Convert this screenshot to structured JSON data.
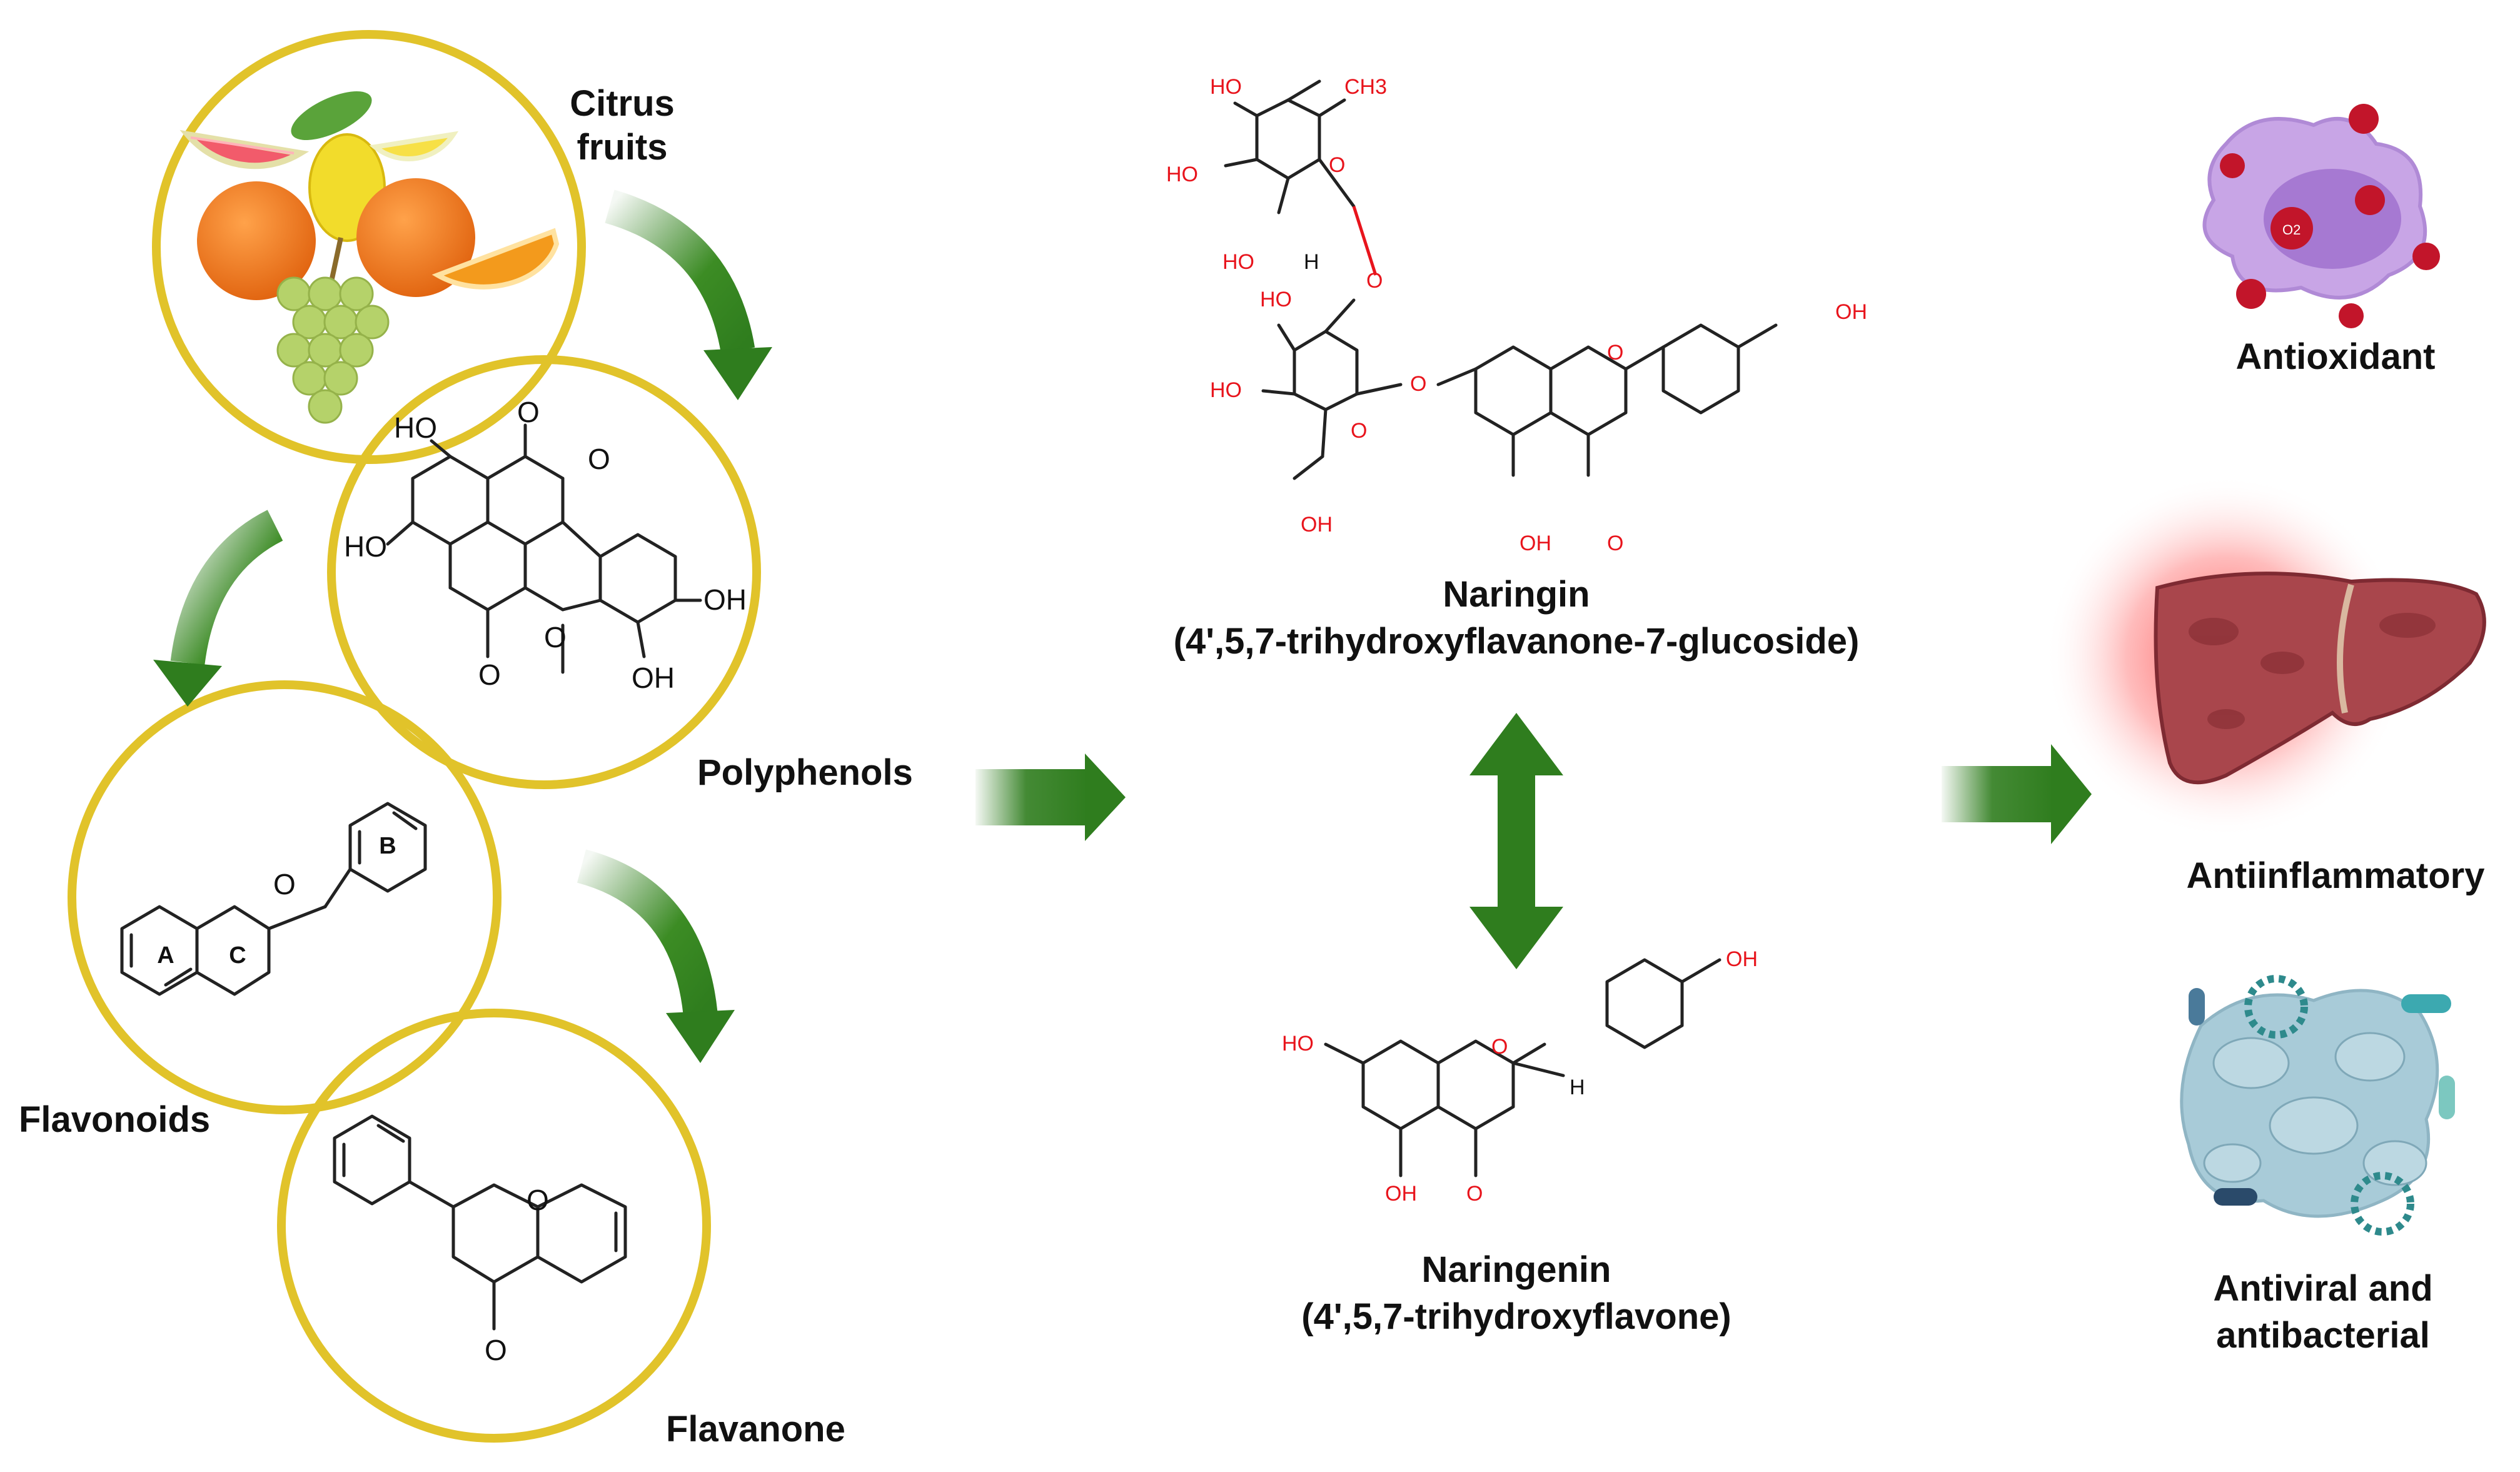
{
  "colors": {
    "circle": "#e1c32a",
    "arrow": "#2f7d1e",
    "oxygen_text": "#e8141c",
    "label_text": "#111111"
  },
  "left": {
    "citrus_label_line1": "Citrus",
    "citrus_label_line2": "fruits",
    "polyphenols_label": "Polyphenols",
    "flavonoids_label": "Flavonoids",
    "flavanone_label": "Flavanone",
    "ellagic": {
      "oh_tl": "HO",
      "oh_l": "HO",
      "oh_r": "OH",
      "oh_br": "OH",
      "o_top": "O",
      "o_bot": "O",
      "o_carb_top": "O",
      "o_carb_bot": "O"
    },
    "flavonoid_skeleton": {
      "ring_a": "A",
      "ring_b": "B",
      "ring_c": "C",
      "o": "O"
    },
    "flavanone_skeleton": {
      "o_ring": "O",
      "o_carbonyl": "O"
    }
  },
  "center": {
    "naringin_name": "Naringin",
    "naringin_desc": "(4',5,7-trihydroxyflavanone-7-glucoside)",
    "naringenin_name": "Naringenin",
    "naringenin_desc": "(4',5,7-trihydroxyflavone)",
    "naringin_atoms": {
      "ch3": "CH3",
      "ho1": "HO",
      "hoh": "HO",
      "ho2": "HO",
      "o_rham": "O",
      "h": "H",
      "ho3": "HO",
      "ho4": "HO",
      "o_glu": "O",
      "o_link": "O",
      "o_ring": "O",
      "oh_b": "OH",
      "oh_5": "OH",
      "o_carb": "O",
      "oh_ch2": "OH",
      "o_gly": "O"
    },
    "naringenin_atoms": {
      "ho7": "HO",
      "o_ring": "O",
      "oh_b": "OH",
      "h": "H",
      "oh_5": "OH",
      "o_carb": "O"
    }
  },
  "right": {
    "antioxidant_label": "Antioxidant",
    "antiinflammatory_label": "Antiinflammatory",
    "antiviral_line1": "Antiviral and",
    "antiviral_line2": "antibacterial",
    "ros_label": "O2"
  }
}
